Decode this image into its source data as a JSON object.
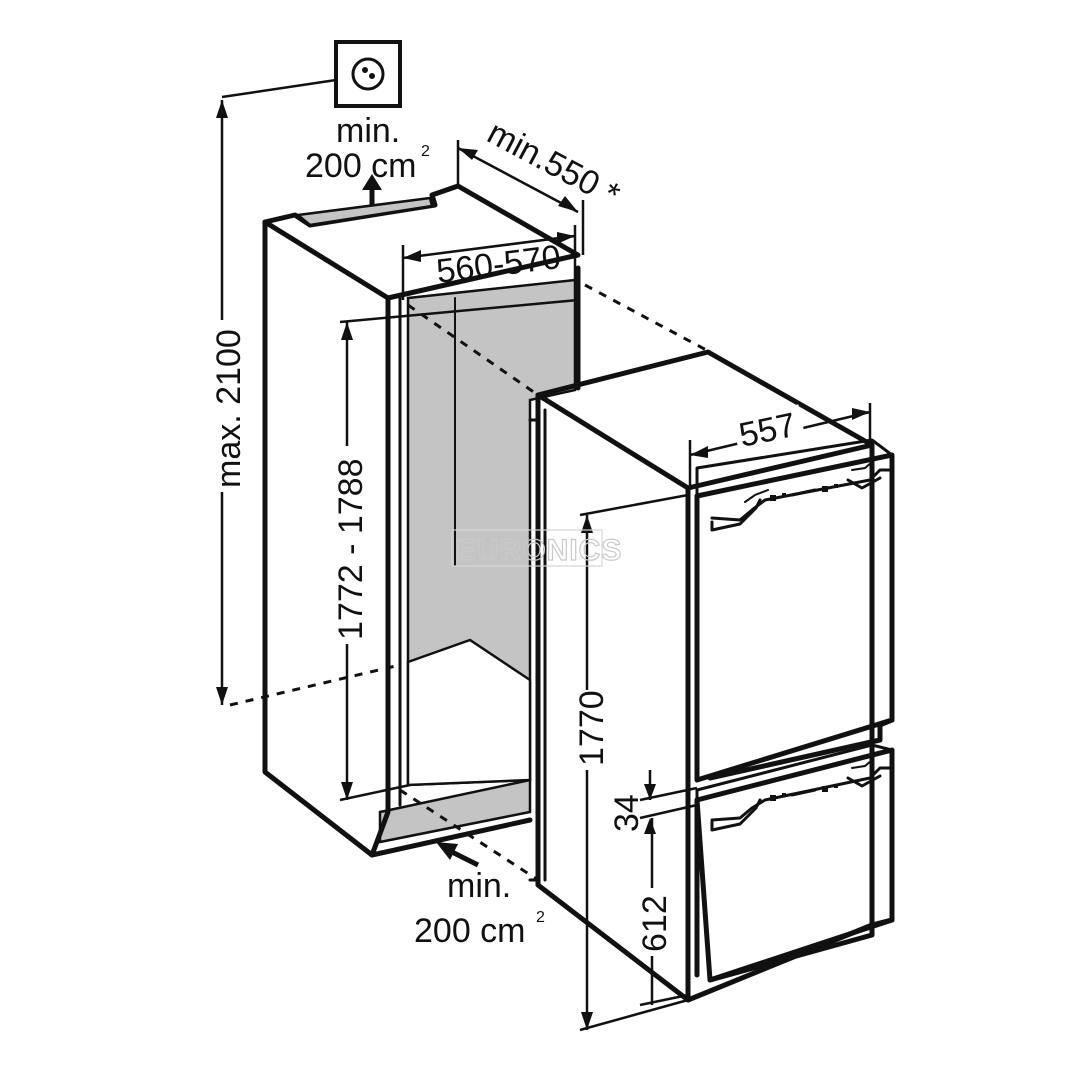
{
  "diagram": {
    "labels": {
      "top_vent_min": "min.",
      "top_vent_area": "200 cm",
      "top_vent_sup": "2",
      "depth_min": "min.550 *",
      "niche_width": "560-570",
      "max_height": "max. 2100",
      "niche_height": "1772 - 1788",
      "appliance_width": "557",
      "appliance_height": "1770",
      "door_gap": "34",
      "lower_door_height": "612",
      "bottom_vent_min": "min.",
      "bottom_vent_area": "200 cm",
      "bottom_vent_sup": "2"
    },
    "watermark": "EURONICS",
    "icons": {
      "socket": "power-socket-icon",
      "arrow": "airflow-arrow-icon"
    },
    "colors": {
      "line": "#111111",
      "fill_gray": "#c4c4c4",
      "background": "#ffffff"
    }
  }
}
